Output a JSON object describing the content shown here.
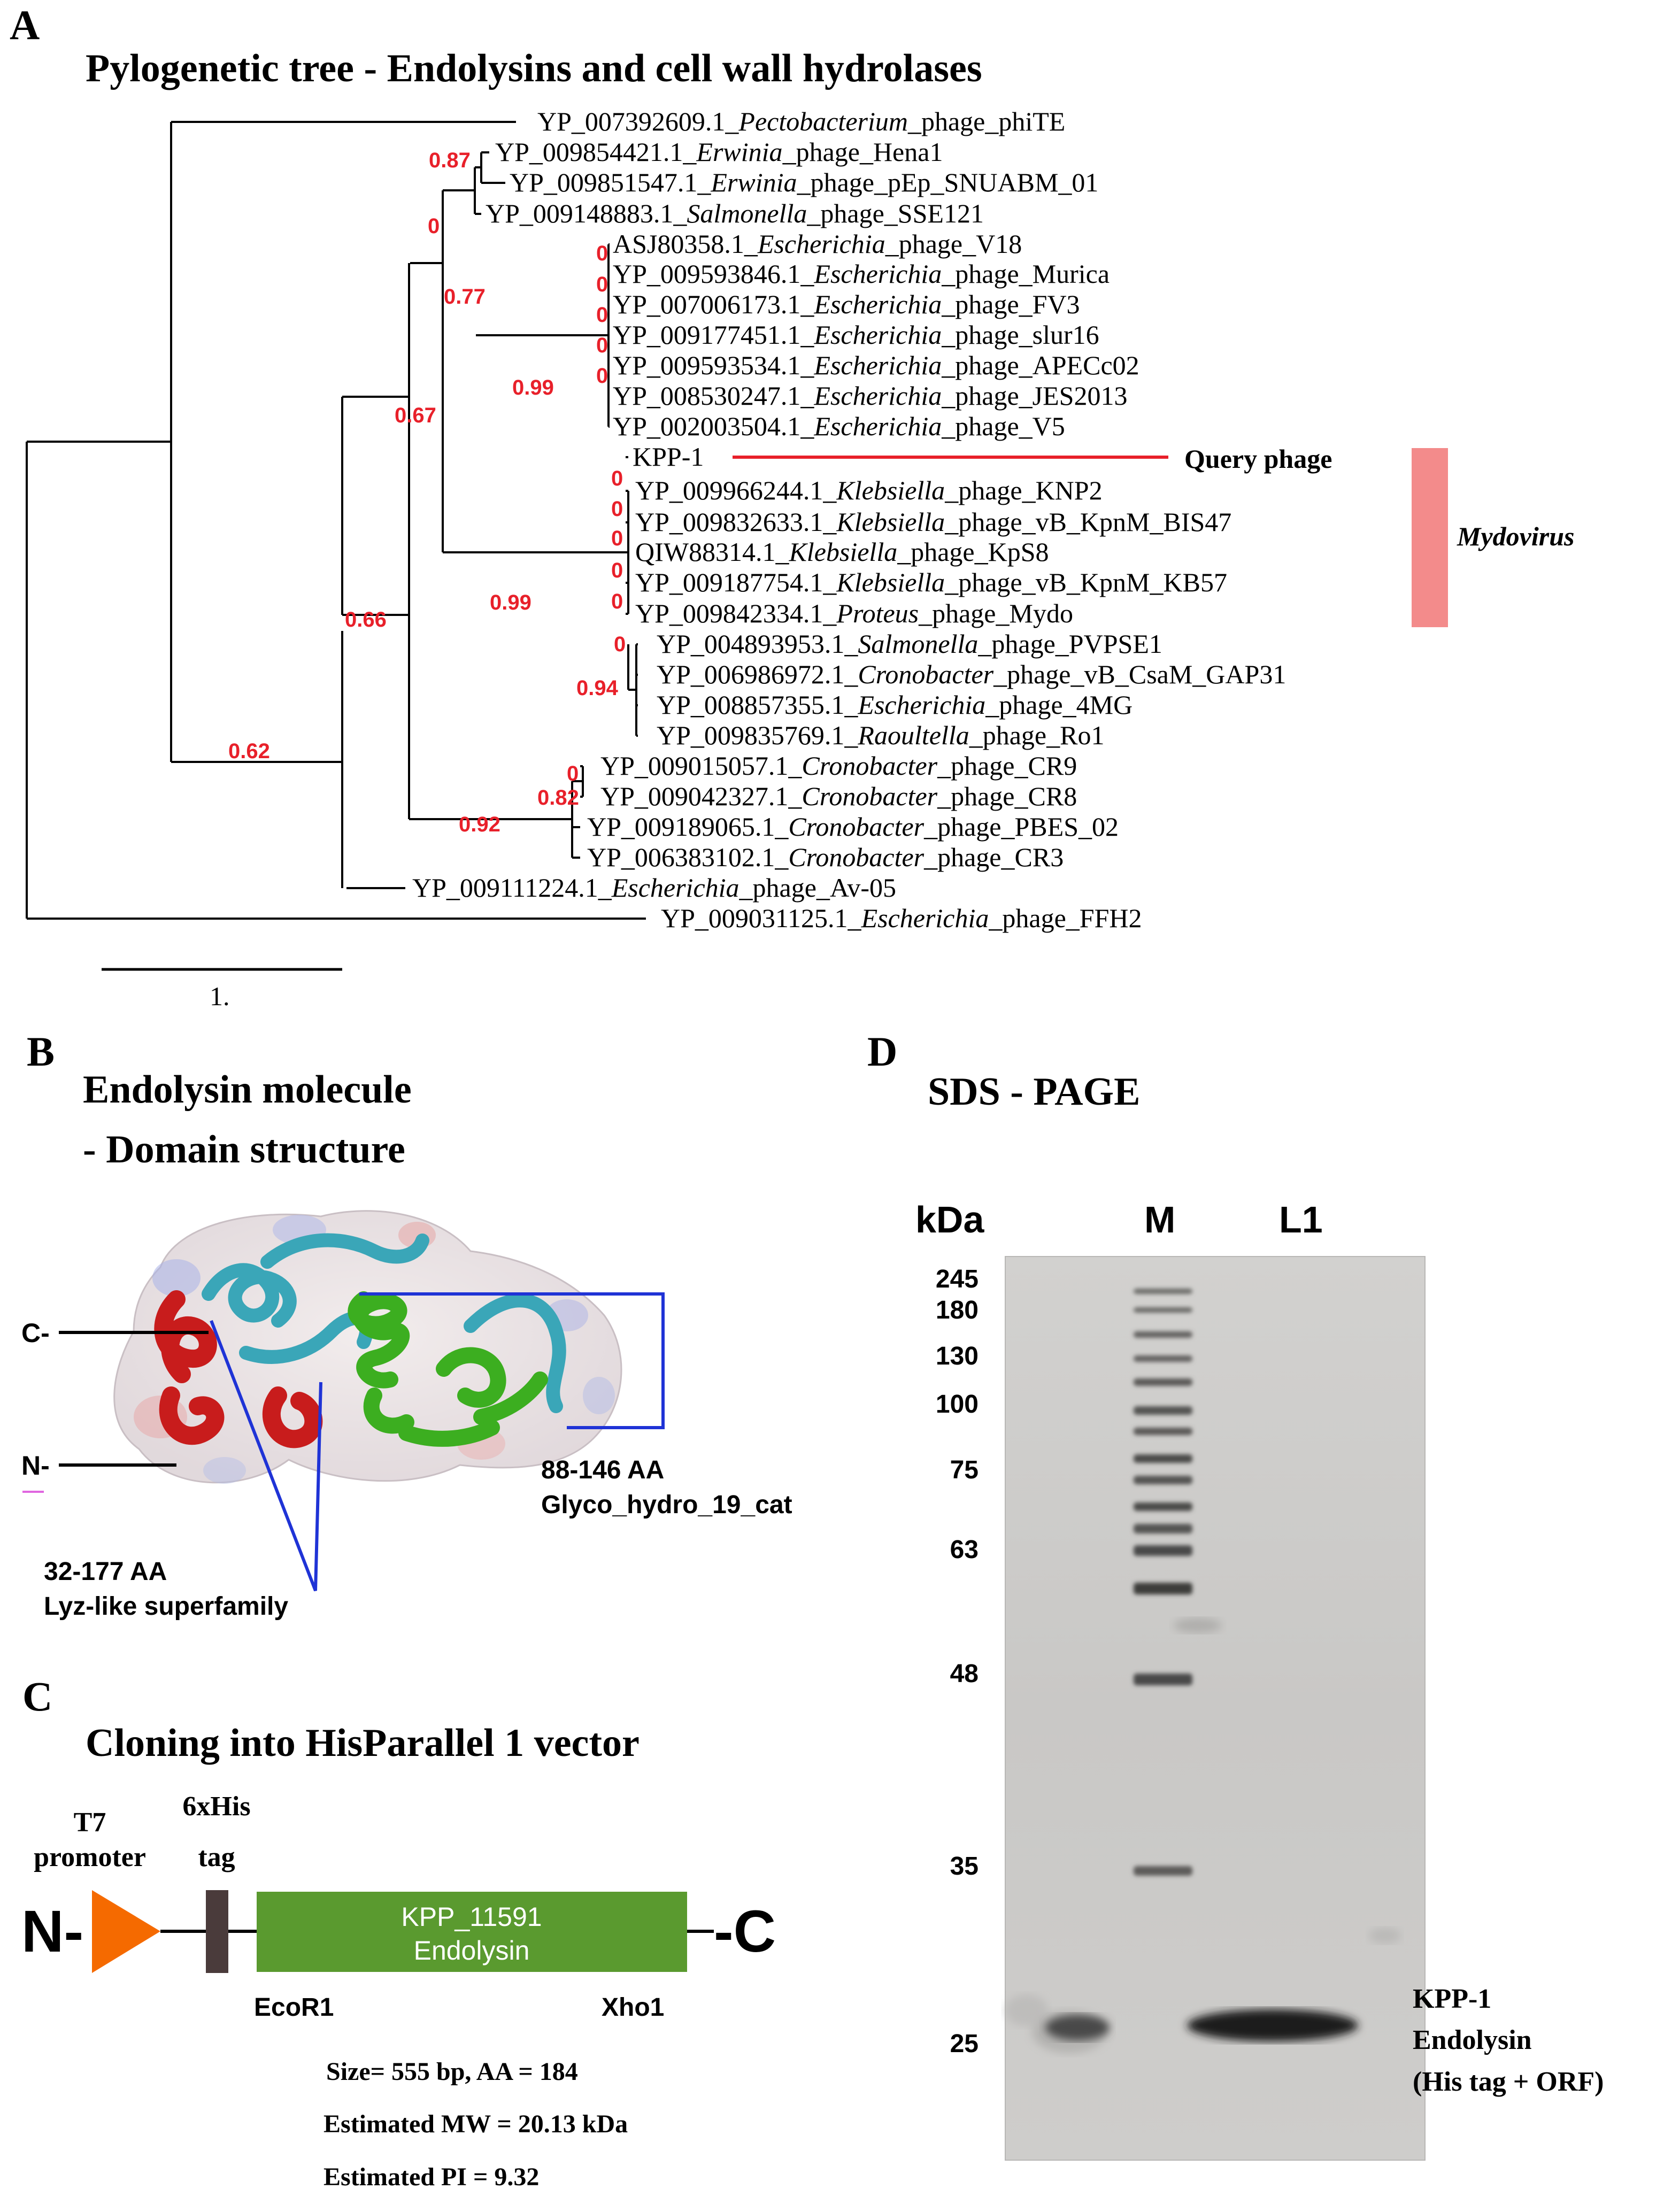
{
  "panel_a": {
    "letter": "A",
    "title": "Pylogenetic tree - Endolysins and cell wall hydrolases",
    "leaves": [
      {
        "acc": "YP_007392609.1_",
        "genus": "Pectobacterium",
        "phage": "_phage_phiTE"
      },
      {
        "acc": "YP_009854421.1_",
        "genus": "Erwinia",
        "phage": "_phage_Hena1"
      },
      {
        "acc": "YP_009851547.1_",
        "genus": "Erwinia",
        "phage": "_phage_pEp_SNUABM_01"
      },
      {
        "acc": "YP_009148883.1_",
        "genus": "Salmonella",
        "phage": "_phage_SSE121"
      },
      {
        "acc": "ASJ80358.1_",
        "genus": "Escherichia",
        "phage": "_phage_V18"
      },
      {
        "acc": "YP_009593846.1_",
        "genus": "Escherichia",
        "phage": "_phage_Murica"
      },
      {
        "acc": "YP_007006173.1_",
        "genus": "Escherichia",
        "phage": "_phage_FV3"
      },
      {
        "acc": "YP_009177451.1_",
        "genus": "Escherichia",
        "phage": "_phage_slur16"
      },
      {
        "acc": "YP_009593534.1_",
        "genus": "Escherichia",
        "phage": "_phage_APECc02"
      },
      {
        "acc": "YP_008530247.1_",
        "genus": "Escherichia",
        "phage": "_phage_JES2013"
      },
      {
        "acc": "YP_002003504.1_",
        "genus": "Escherichia",
        "phage": "_phage_V5"
      },
      {
        "acc": "KPP-1",
        "genus": "",
        "phage": ""
      },
      {
        "acc": "YP_009966244.1_",
        "genus": "Klebsiella",
        "phage": "_phage_KNP2"
      },
      {
        "acc": "YP_009832633.1_",
        "genus": "Klebsiella",
        "phage": "_phage_vB_KpnM_BIS47"
      },
      {
        "acc": "QIW88314.1_",
        "genus": "Klebsiella",
        "phage": "_phage_KpS8"
      },
      {
        "acc": "YP_009187754.1_",
        "genus": "Klebsiella",
        "phage": "_phage_vB_KpnM_KB57"
      },
      {
        "acc": "YP_009842334.1_",
        "genus": "Proteus",
        "phage": "_phage_Mydo"
      },
      {
        "acc": "YP_004893953.1_",
        "genus": "Salmonella",
        "phage": "_phage_PVPSE1"
      },
      {
        "acc": "YP_006986972.1_",
        "genus": "Cronobacter",
        "phage": "_phage_vB_CsaM_GAP31"
      },
      {
        "acc": "YP_008857355.1_",
        "genus": "Escherichia",
        "phage": "_phage_4MG"
      },
      {
        "acc": "YP_009835769.1_",
        "genus": "Raoultella",
        "phage": "_phage_Ro1"
      },
      {
        "acc": "YP_009015057.1_",
        "genus": "Cronobacter",
        "phage": "_phage_CR9"
      },
      {
        "acc": "YP_009042327.1_",
        "genus": "Cronobacter",
        "phage": "_phage_CR8"
      },
      {
        "acc": "YP_009189065.1_",
        "genus": "Cronobacter",
        "phage": "_phage_PBES_02"
      },
      {
        "acc": "YP_006383102.1_",
        "genus": "Cronobacter",
        "phage": "_phage_CR3"
      },
      {
        "acc": "YP_009111224.1_",
        "genus": "Escherichia",
        "phage": "_phage_Av-05"
      },
      {
        "acc": "YP_009031125.1_",
        "genus": "Escherichia",
        "phage": "_phage_FFH2"
      }
    ],
    "support_values": [
      "0.87",
      "0",
      "0.77",
      "0",
      "0",
      "0",
      "0",
      "0",
      "0.99",
      "0.67",
      "0",
      "0",
      "0",
      "0",
      "0",
      "0.99",
      "0",
      "0.94",
      "0.66",
      "0.62",
      "0",
      "0.82",
      "0.92"
    ],
    "query_label": "Query phage",
    "clade_label": "Mydovirus",
    "scale_label": "1.",
    "colors": {
      "support": "#e8202a",
      "query_line": "#e8202a",
      "clade_bar": "#f38b8b"
    }
  },
  "panel_b": {
    "letter": "B",
    "title_line1": "Endolysin molecule",
    "title_line2": "- Domain structure",
    "c_label": "C-",
    "n_label": "N-",
    "domain1_range": "88-146 AA",
    "domain1_name": "Glyco_hydro_19_cat",
    "domain2_range": "32-177 AA",
    "domain2_name": "Lyz-like superfamily",
    "colors": {
      "helix_red": "#c81c1c",
      "helix_cyan": "#3aa6b8",
      "helix_green": "#3cae20",
      "box": "#1f33d6"
    }
  },
  "panel_c": {
    "letter": "C",
    "title": "Cloning into HisParallel 1 vector",
    "t7_line1": "T7",
    "t7_line2": "promoter",
    "his_line1": "6xHis",
    "his_line2": "tag",
    "n_term": "N-",
    "c_term": "-C",
    "gene_line1": "KPP_11591",
    "gene_line2": "Endolysin",
    "site_left": "EcoR1",
    "site_right": "Xho1",
    "size": "Size= 555 bp, AA = 184",
    "mw": "Estimated MW = 20.13 kDa",
    "pi": "Estimated PI = 9.32",
    "colors": {
      "promoter": "#f56a00",
      "tag": "#4a3b3b",
      "gene": "#5a9a2f"
    }
  },
  "panel_d": {
    "letter": "D",
    "title": "SDS - PAGE",
    "unit": "kDa",
    "lane_m": "M",
    "lane_l1": "L1",
    "markers": [
      "245",
      "180",
      "130",
      "100",
      "75",
      "63",
      "48",
      "35",
      "25"
    ],
    "band_label_line1": "KPP-1",
    "band_label_line2": "Endolysin",
    "band_label_line3": "(His tag + ORF)"
  }
}
